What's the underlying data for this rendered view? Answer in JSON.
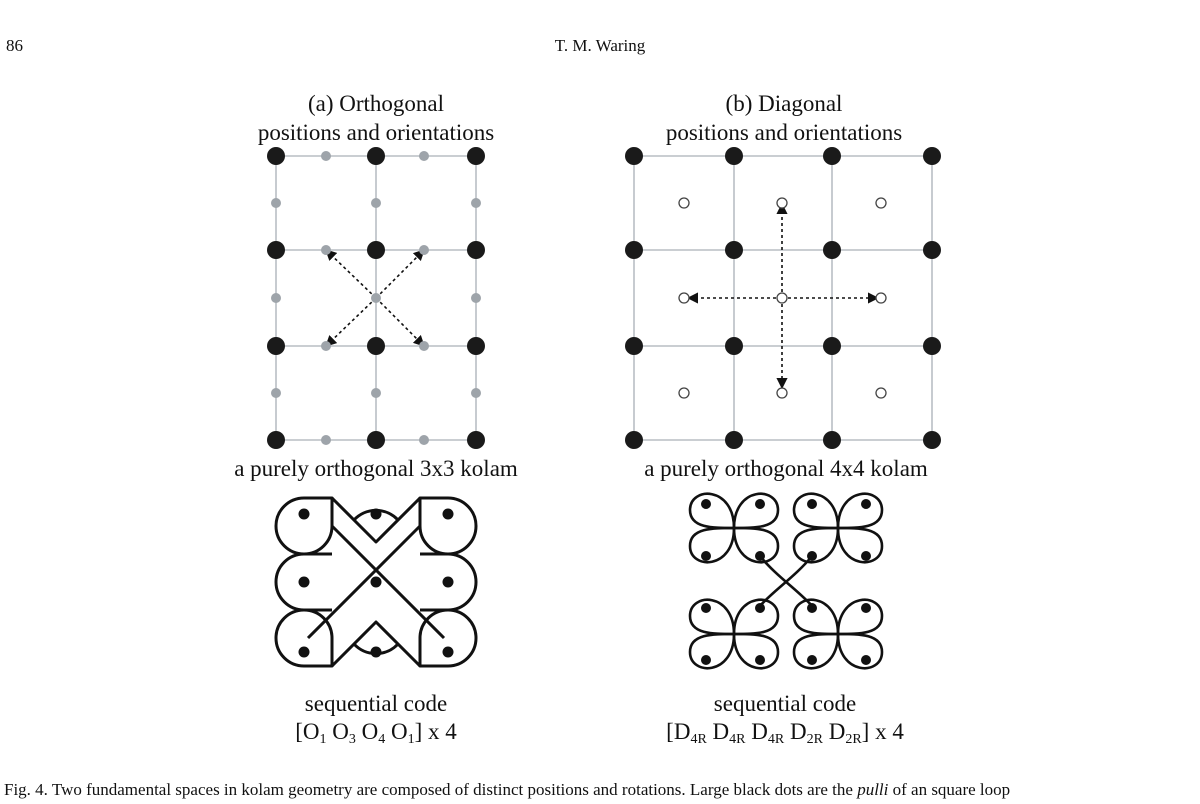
{
  "header": {
    "page_number": "86",
    "running_head": "T. M. Waring"
  },
  "panel_a": {
    "title_line1": "(a) Orthogonal",
    "title_line2": "positions and orientations",
    "kolam_label": "a purely orthogonal 3x3 kolam",
    "code_line1": "sequential code",
    "code_open": "[O",
    "code_s1": "1",
    "code_t1": " O",
    "code_s2": "3",
    "code_t2": " O",
    "code_s3": "4",
    "code_t3": " O",
    "code_s4": "1",
    "code_close": "] x 4"
  },
  "panel_b": {
    "title_line1": "(b) Diagonal",
    "title_line2": "positions and orientations",
    "kolam_label": "a purely orthogonal 4x4 kolam",
    "code_line1": "sequential code",
    "code_open": "[D",
    "code_s1": "4R",
    "code_t1": " D",
    "code_s2": "4R",
    "code_t2": " D",
    "code_s3": "4R",
    "code_t3": " D",
    "code_s4": "2R",
    "code_t4": " D",
    "code_s5": "2R",
    "code_close": "] x 4"
  },
  "caption": {
    "prefix": "Fig. 4.  Two fundamental spaces in kolam geometry are composed of distinct positions and rotations. Large black dots are the ",
    "italic": "pulli",
    "suffix": " of an square loop"
  },
  "colors": {
    "grid": "#b9bec4",
    "dot": "#1a1a1a",
    "grey_dot": "#9ea4aa",
    "line": "#111111"
  }
}
